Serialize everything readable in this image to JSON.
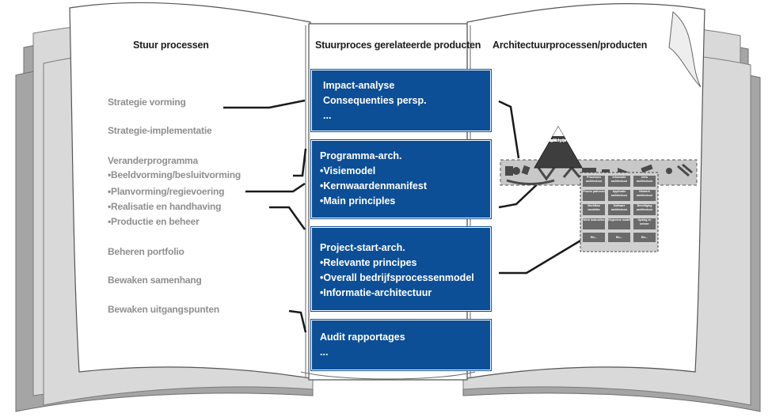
{
  "columns": {
    "left": "Stuur processen",
    "middle": "Stuurproces gerelateerde producten",
    "right": "Architectuurprocessen/producten"
  },
  "processes": {
    "strategie_vorming": "Strategie vorming",
    "strategie_implementatie": "Strategie-implementatie",
    "veranderprogramma": "Veranderprogramma",
    "beeldvorming": "Beeldvorming/besluitvorming",
    "planvorming": "Planvorming/regievoering",
    "realisatie": "Realisatie en handhaving",
    "productie": "Productie en beheer",
    "beheren_portfolio": "Beheren portfolio",
    "bewaken_samenhang": "Bewaken samenhang",
    "bewaken_uitgangspunten": "Bewaken uitgangspunten"
  },
  "products": {
    "box1": {
      "line1": "Impact-analyse",
      "line2": "Consequenties persp.",
      "line3": "..."
    },
    "box2": {
      "title": "Programma-arch.",
      "b1": "Visiemodel",
      "b2": "Kernwaardenmanifest",
      "b3": "Main principles"
    },
    "box3": {
      "title": "Project-start-arch.",
      "b1": "Relevante principes",
      "b2": "Overall bedrijfsprocessenmodel",
      "b3": "Informatie-architectuur"
    },
    "box4": {
      "line1": "Audit rapportages",
      "line2": "..."
    }
  },
  "pyramid": {
    "levels": [
      "Missie",
      "Visie",
      "Strategie",
      "Doelstellingen",
      "GAS-beschrijving"
    ]
  },
  "matrix_cells": [
    [
      "Processen architectuur",
      "Informatie architectuur",
      "Infra architectuur"
    ],
    [
      "Proces patronen",
      "Applicatie architectuur",
      "Netwerk architectuur"
    ],
    [
      "Workflow modellen",
      "Software architectuur",
      "Beveiliging architectuur"
    ],
    [
      "Werk instructies",
      "Gegevens model",
      "Opslag en beheer"
    ],
    [
      "Etc...",
      "Etc...",
      "Etc..."
    ]
  ],
  "colors": {
    "box_fill": "#0d4f96",
    "page_fill": "#ffffff",
    "process_text": "#8f8f8f",
    "book_shadow": "#9a9a9a",
    "strip_fill": "#c8c8c8"
  }
}
